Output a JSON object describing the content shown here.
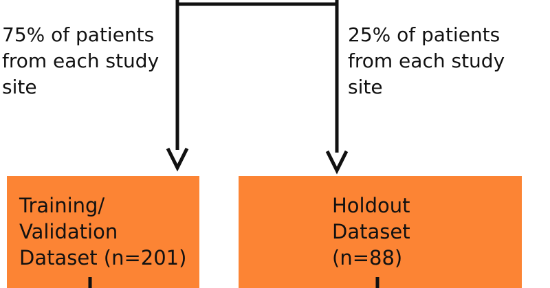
{
  "diagram": {
    "edges": [
      {
        "id": "to-training",
        "label_lines": [
          "75% of patients",
          "from each study",
          "site"
        ]
      },
      {
        "id": "to-holdout",
        "label_lines": [
          "25% of patients",
          "from each study",
          "site"
        ]
      }
    ],
    "nodes": [
      {
        "id": "training",
        "lines": [
          "Training/",
          "Validation",
          "Dataset (n=201)"
        ]
      },
      {
        "id": "holdout",
        "lines": [
          "Holdout",
          "Dataset",
          "(n=88)"
        ]
      }
    ],
    "colors": {
      "node_fill": "#fc8434",
      "line": "#111111",
      "text": "#111111",
      "background": "#ffffff"
    }
  }
}
